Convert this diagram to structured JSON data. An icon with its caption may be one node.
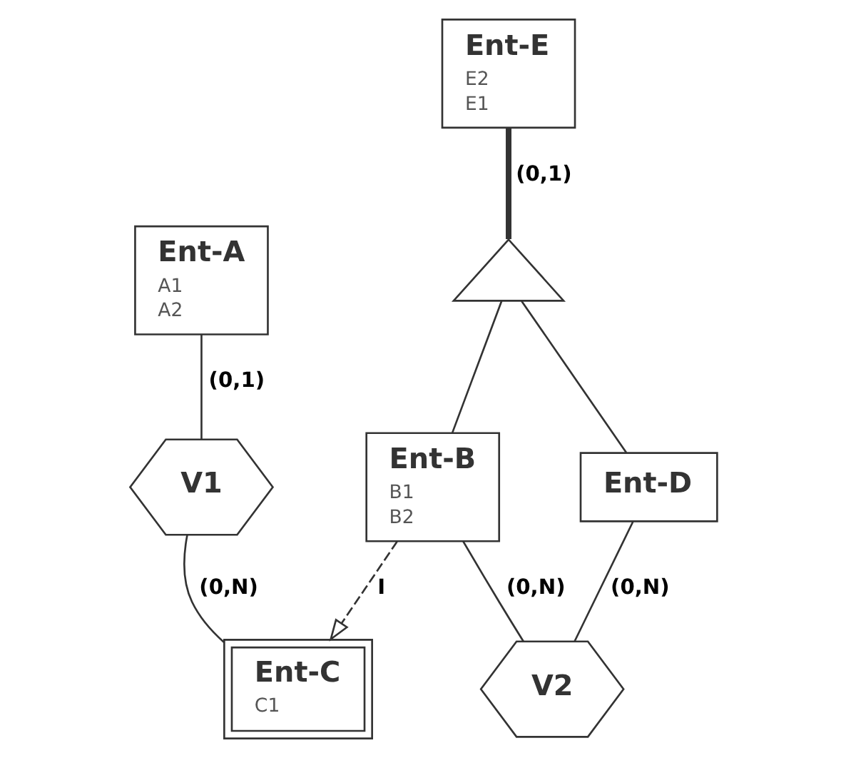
{
  "diagram": {
    "nodes": [
      {
        "text": [
          "Ent-A",
          "A1",
          "A2"
        ]
      },
      {
        "text": [
          "Ent-E",
          "E2",
          "E1"
        ]
      },
      {
        "text": [
          "V1"
        ]
      },
      {
        "text": [],
        "shape": "triangle"
      },
      {
        "text": [
          "Ent-B",
          "B1",
          "B2"
        ]
      },
      {
        "text": [
          "Ent-D"
        ]
      },
      {
        "text": [
          "Ent-C",
          "C1"
        ]
      },
      {
        "text": [
          "V2"
        ]
      }
    ],
    "edges": [
      {
        "from": 0,
        "to": 2,
        "arrow": "none",
        "label": "(0,1)"
      },
      {
        "from": 2,
        "to": 6,
        "arrow": "none",
        "label": "(0,N)"
      },
      {
        "from": 1,
        "to": 3,
        "arrow": "none",
        "label": "(0,1)",
        "style": "thick"
      },
      {
        "from": 3,
        "to": 4,
        "arrow": "none"
      },
      {
        "from": 3,
        "to": 5,
        "arrow": "none"
      },
      {
        "from": 4,
        "to": 6,
        "arrow": "to",
        "label": "I",
        "style": "dashed"
      },
      {
        "from": 4,
        "to": 7,
        "arrow": "none",
        "label": "(0,N)"
      },
      {
        "from": 5,
        "to": 7,
        "arrow": "none",
        "label": "(0,N)"
      }
    ]
  }
}
